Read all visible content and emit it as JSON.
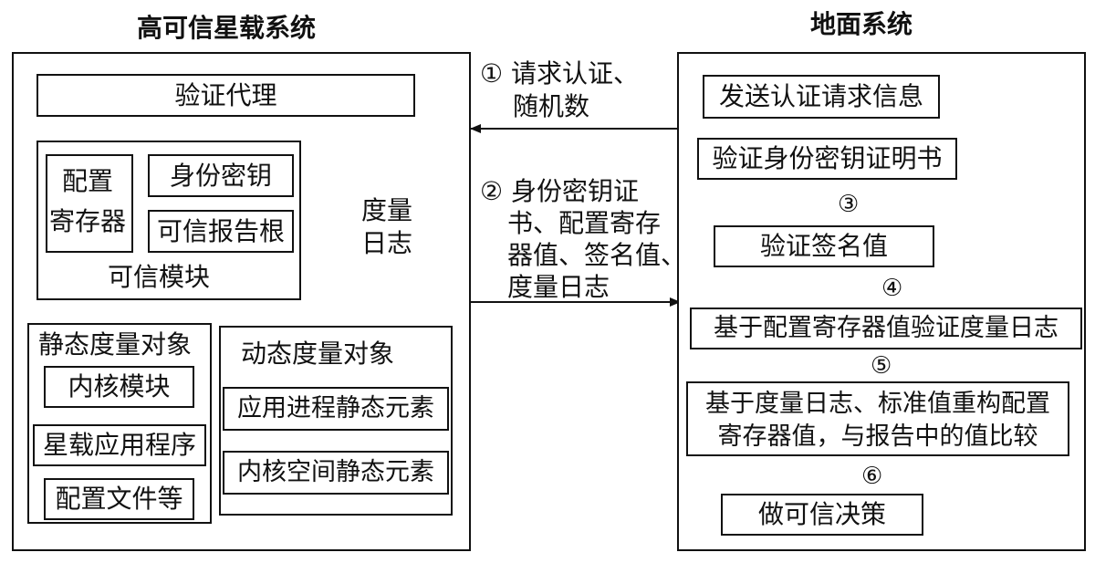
{
  "left_system": {
    "title": "高可信星载系统",
    "verify_agent": "验证代理",
    "trusted_module": {
      "label": "可信模块",
      "config_register_line1": "配置",
      "config_register_line2": "寄存器",
      "identity_key": "身份密钥",
      "trusted_report_root": "可信报告根"
    },
    "measure_log_line1": "度量",
    "measure_log_line2": "日志",
    "static_objects": {
      "title": "静态度量对象",
      "items": [
        "内核模块",
        "星载应用程序",
        "配置文件等"
      ]
    },
    "dynamic_objects": {
      "title": "动态度量对象",
      "items": [
        "应用进程静态元素",
        "内核空间静态元素"
      ]
    }
  },
  "messages": {
    "msg1_line1": "① 请求认证、",
    "msg1_line2": "随机数",
    "msg2_line1": "② 身份密钥证",
    "msg2_line2": "书、配置寄存",
    "msg2_line3": "器值、签名值、",
    "msg2_line4": "度量日志"
  },
  "ground_system": {
    "title": "地面系统",
    "steps": {
      "send_request": "发送认证请求信息",
      "verify_cert": "验证身份密钥证明书",
      "verify_signature": "验证签名值",
      "verify_log": "基于配置寄存器值验证度量日志",
      "rebuild_line1": "基于度量日志、标准值重构配置",
      "rebuild_line2": "寄存器值，与报告中的值比较",
      "decision": "做可信决策"
    },
    "step_numbers": [
      "③",
      "④",
      "⑤",
      "⑥"
    ]
  }
}
